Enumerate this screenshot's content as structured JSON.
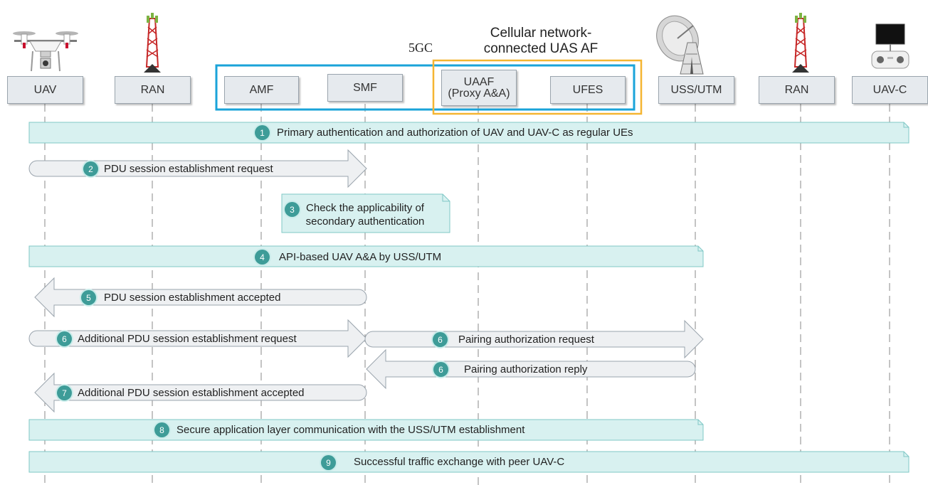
{
  "groups": {
    "core_label": "5GC",
    "af_label_line1": "Cellular network-",
    "af_label_line2": "connected UAS AF",
    "core_color": "#1aa3d9",
    "af_color": "#f5b531"
  },
  "entities": [
    {
      "id": "uav",
      "label": "UAV"
    },
    {
      "id": "ran1",
      "label": "RAN"
    },
    {
      "id": "amf",
      "label": "AMF"
    },
    {
      "id": "smf",
      "label": "SMF"
    },
    {
      "id": "uaaf",
      "label_line1": "UAAF",
      "label_line2": "(Proxy A&A)"
    },
    {
      "id": "ufes",
      "label": "UFES"
    },
    {
      "id": "uss",
      "label": "USS/UTM"
    },
    {
      "id": "ran2",
      "label": "RAN"
    },
    {
      "id": "uavc",
      "label": "UAV-C"
    }
  ],
  "icons": [
    "drone-icon",
    "antenna-tower-icon",
    "satellite-dish-icon",
    "antenna-tower-icon",
    "remote-controller-icon"
  ],
  "steps": [
    {
      "num": "1",
      "text": "Primary authentication and authorization of UAV and UAV-C as regular UEs",
      "kind": "bar"
    },
    {
      "num": "2",
      "text": "PDU session establishment request",
      "kind": "arrow-right"
    },
    {
      "num": "3",
      "text_line1": "Check the applicability of",
      "text_line2": "secondary authentication",
      "kind": "note"
    },
    {
      "num": "4",
      "text": "API-based UAV A&A by USS/UTM",
      "kind": "bar"
    },
    {
      "num": "5",
      "text": "PDU session establishment accepted",
      "kind": "arrow-left"
    },
    {
      "num": "6",
      "text": "Additional PDU session establishment request",
      "kind": "arrow-right"
    },
    {
      "num": "6",
      "text": "Pairing authorization request",
      "kind": "arrow-right"
    },
    {
      "num": "6",
      "text": "Pairing authorization reply",
      "kind": "arrow-left"
    },
    {
      "num": "7",
      "text": "Additional PDU session establishment accepted",
      "kind": "arrow-left"
    },
    {
      "num": "8",
      "text": "Secure application layer communication with the USS/UTM establishment",
      "kind": "bar"
    },
    {
      "num": "9",
      "text": "Successful traffic exchange with peer UAV-C",
      "kind": "bar"
    }
  ],
  "colors": {
    "bar_fill": "#d8f1f0",
    "bar_stroke": "#7fc8c6",
    "arrow_fill": "#eef0f2",
    "arrow_stroke": "#9aa4ad",
    "badge": "#3e9c98"
  }
}
